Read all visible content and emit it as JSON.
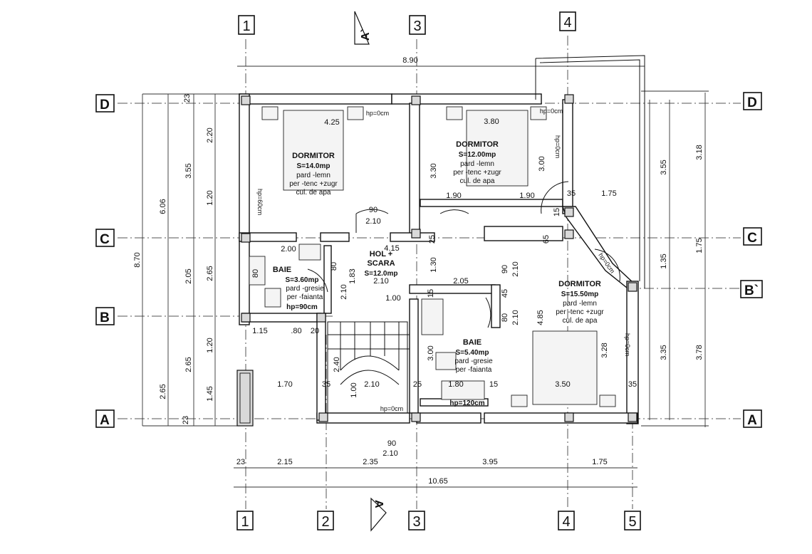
{
  "axes": {
    "vertical": [
      "1",
      "3",
      "4",
      "1",
      "2",
      "3",
      "4",
      "5"
    ],
    "horizontal": [
      "D",
      "C",
      "B",
      "A",
      "D",
      "C",
      "B`",
      "A"
    ]
  },
  "section_marks": [
    "A`",
    "A"
  ],
  "rooms": {
    "dormitor1": {
      "name": "DORMITOR",
      "area": "S=14.0mp",
      "line1": "pard -lemn",
      "line2": "per -tenc +zugr",
      "line3": "cul. de apa"
    },
    "dormitor2": {
      "name": "DORMITOR",
      "area": "S=12.00mp",
      "line1": "pard -lemn",
      "line2": "per -tenc +zugr",
      "line3": "cul. de apa"
    },
    "dormitor3": {
      "name": "DORMITOR",
      "area": "S=15.50mp",
      "line1": "pard -lemn",
      "line2": "per -tenc +zugr",
      "line3": "cul. de apa"
    },
    "hol": {
      "name1": "HOL +",
      "name2": "SCARA",
      "area": "S=12.0mp"
    },
    "baie1": {
      "name": "BAIE",
      "area": "S=3.60mp",
      "line1": "pard -gresie",
      "line2": "per -faianta",
      "hp": "hp=90cm"
    },
    "baie2": {
      "name": "BAIE",
      "area": "S=5.40mp",
      "line1": "pard -gresie",
      "line2": "per -faianta",
      "hp": "hp=120cm"
    }
  },
  "hp_labels": [
    "hp=0cm",
    "hp=0cm",
    "hp=0cm",
    "hp=60cm",
    "hp=0cm",
    "hp=0cm",
    "hp=0cm"
  ],
  "dims": {
    "top_total": "8.90",
    "bottom_total": "10.65",
    "bottom_parts": [
      "23",
      "2.15",
      "2.35",
      "3.95",
      "1.75"
    ],
    "left_outer": "8.70",
    "left_mid": "6.06",
    "left_a": [
      "3.55",
      "2.05",
      "2.65"
    ],
    "left_b": [
      "2.20",
      "1.20",
      "2.65",
      "1.20",
      "1.45"
    ],
    "left_23": [
      "23",
      "23"
    ],
    "right_outer": [
      "3.18",
      "1.75",
      "3.78"
    ],
    "right_inner": [
      "3.55",
      "1.35",
      "3.35"
    ],
    "interior": [
      "4.25",
      "3.80",
      "3.30",
      "3.00",
      "1.90",
      "1.90",
      "35",
      "1.75",
      "90",
      "2.10",
      "15",
      "65",
      "2.00",
      "4.15",
      "25",
      "1.30",
      "80",
      "2.10",
      "1.83",
      "2.10",
      "2.05",
      "90",
      "2.10",
      "1.00",
      "15",
      "45",
      "80",
      "2.10",
      "4.85",
      "3.28",
      "1.15",
      ".80",
      "20",
      "1.70",
      "35",
      "2.40",
      "1.00",
      "2.10",
      "25",
      "1.80",
      "15",
      "3.50",
      "35",
      "3.00",
      "90",
      "2.10",
      "80"
    ]
  }
}
